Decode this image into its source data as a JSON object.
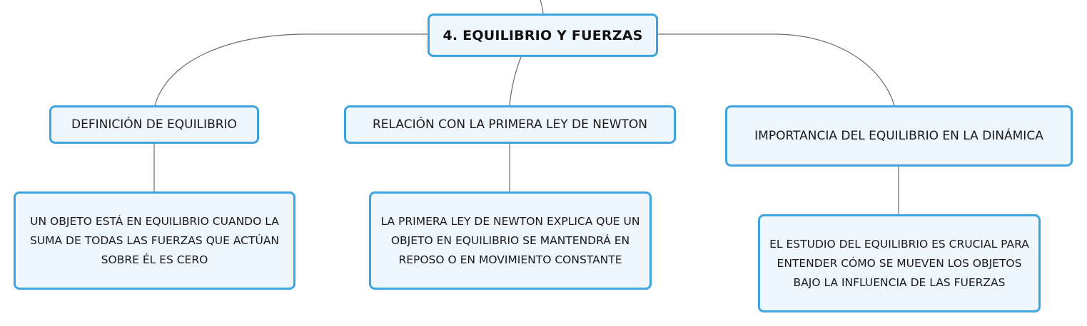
{
  "colors": {
    "node_border": "#3fa3de",
    "node_fill": "#eef7fd",
    "connector": "#6b6b6b",
    "text": "#1a1a1a"
  },
  "root": {
    "label": "4. EQUILIBRIO Y FUERZAS"
  },
  "topics": [
    {
      "label": "DEFINICIÓN DE EQUILIBRIO",
      "detail": "UN OBJETO ESTÁ EN EQUILIBRIO CUANDO LA SUMA DE TODAS LAS FUERZAS QUE ACTÚAN SOBRE ÉL ES CERO"
    },
    {
      "label": "RELACIÓN CON LA PRIMERA LEY DE NEWTON",
      "detail": "LA PRIMERA LEY DE NEWTON EXPLICA QUE UN OBJETO EN EQUILIBRIO SE MANTENDRÁ EN REPOSO O EN MOVIMIENTO CONSTANTE"
    },
    {
      "label": "IMPORTANCIA DEL EQUILIBRIO EN LA DINÁMICA",
      "detail": "EL ESTUDIO DEL EQUILIBRIO ES CRUCIAL PARA ENTENDER CÓMO SE MUEVEN LOS OBJETOS BAJO LA INFLUENCIA DE LAS FUERZAS"
    }
  ]
}
